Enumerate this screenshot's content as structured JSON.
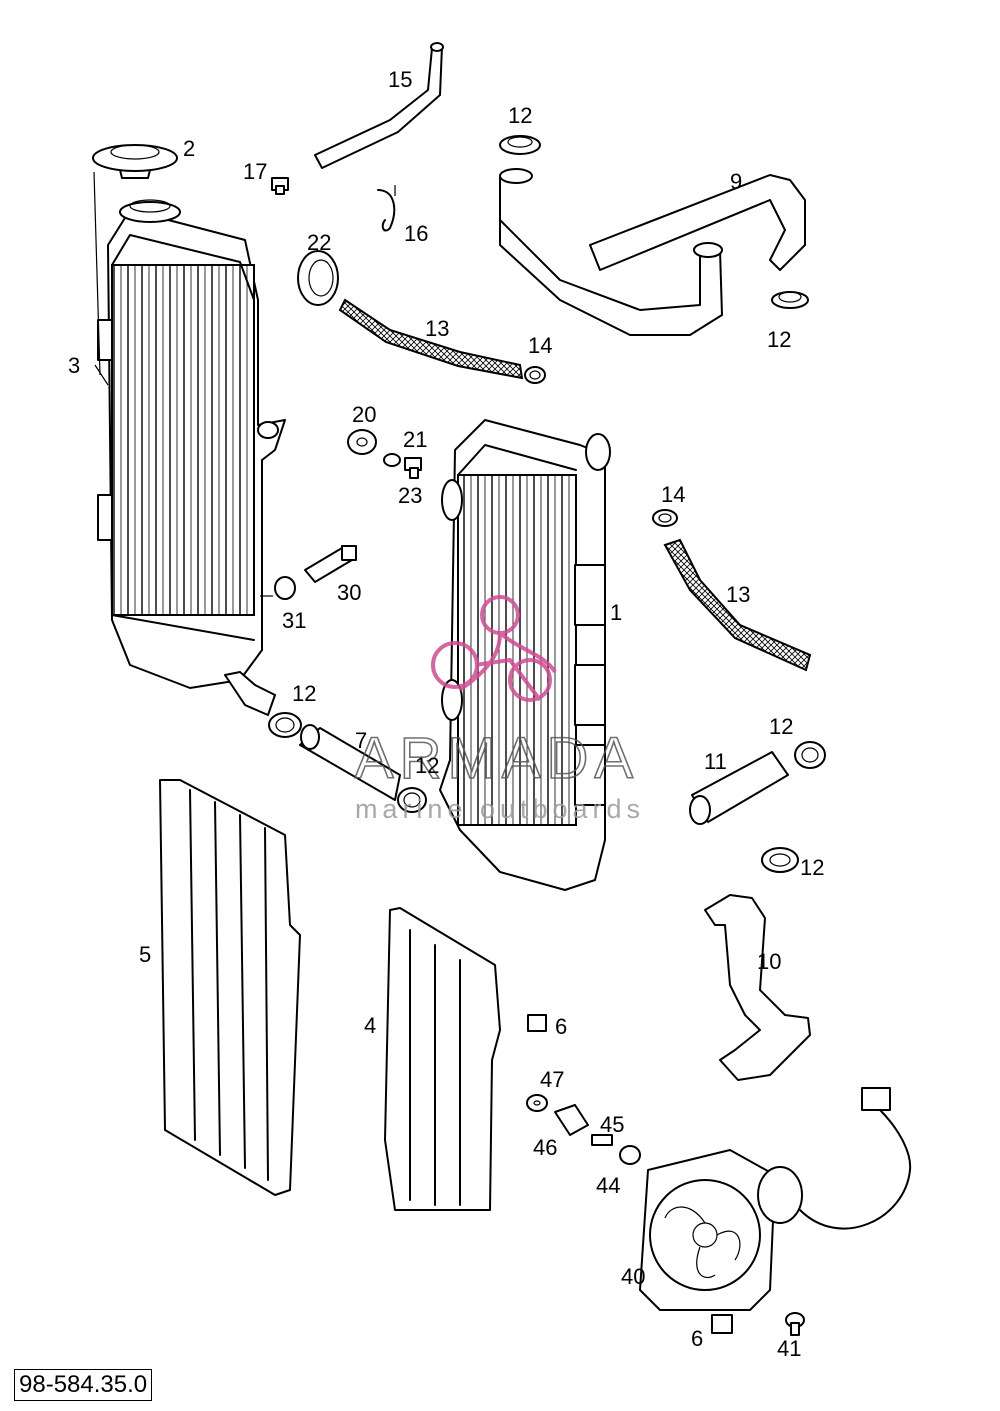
{
  "diagram": {
    "reference_number": "98-584.35.0",
    "callouts": {
      "c1": "1",
      "c2": "2",
      "c3": "3",
      "c4": "4",
      "c5": "5",
      "c6a": "6",
      "c6b": "6",
      "c7": "7",
      "c9": "9",
      "c10": "10",
      "c11": "11",
      "c12a": "12",
      "c12b": "12",
      "c12c": "12",
      "c12d": "12",
      "c12e": "12",
      "c12f": "12",
      "c13a": "13",
      "c13b": "13",
      "c14a": "14",
      "c14b": "14",
      "c15": "15",
      "c16": "16",
      "c17": "17",
      "c20": "20",
      "c21": "21",
      "c22": "22",
      "c23": "23",
      "c30": "30",
      "c31": "31",
      "c40": "40",
      "c41": "41",
      "c44": "44",
      "c45": "45",
      "c46": "46",
      "c47": "47"
    },
    "watermark": {
      "brand": "ARMADA",
      "tagline": "marine outboards",
      "logo_color": "#d24a91"
    }
  }
}
